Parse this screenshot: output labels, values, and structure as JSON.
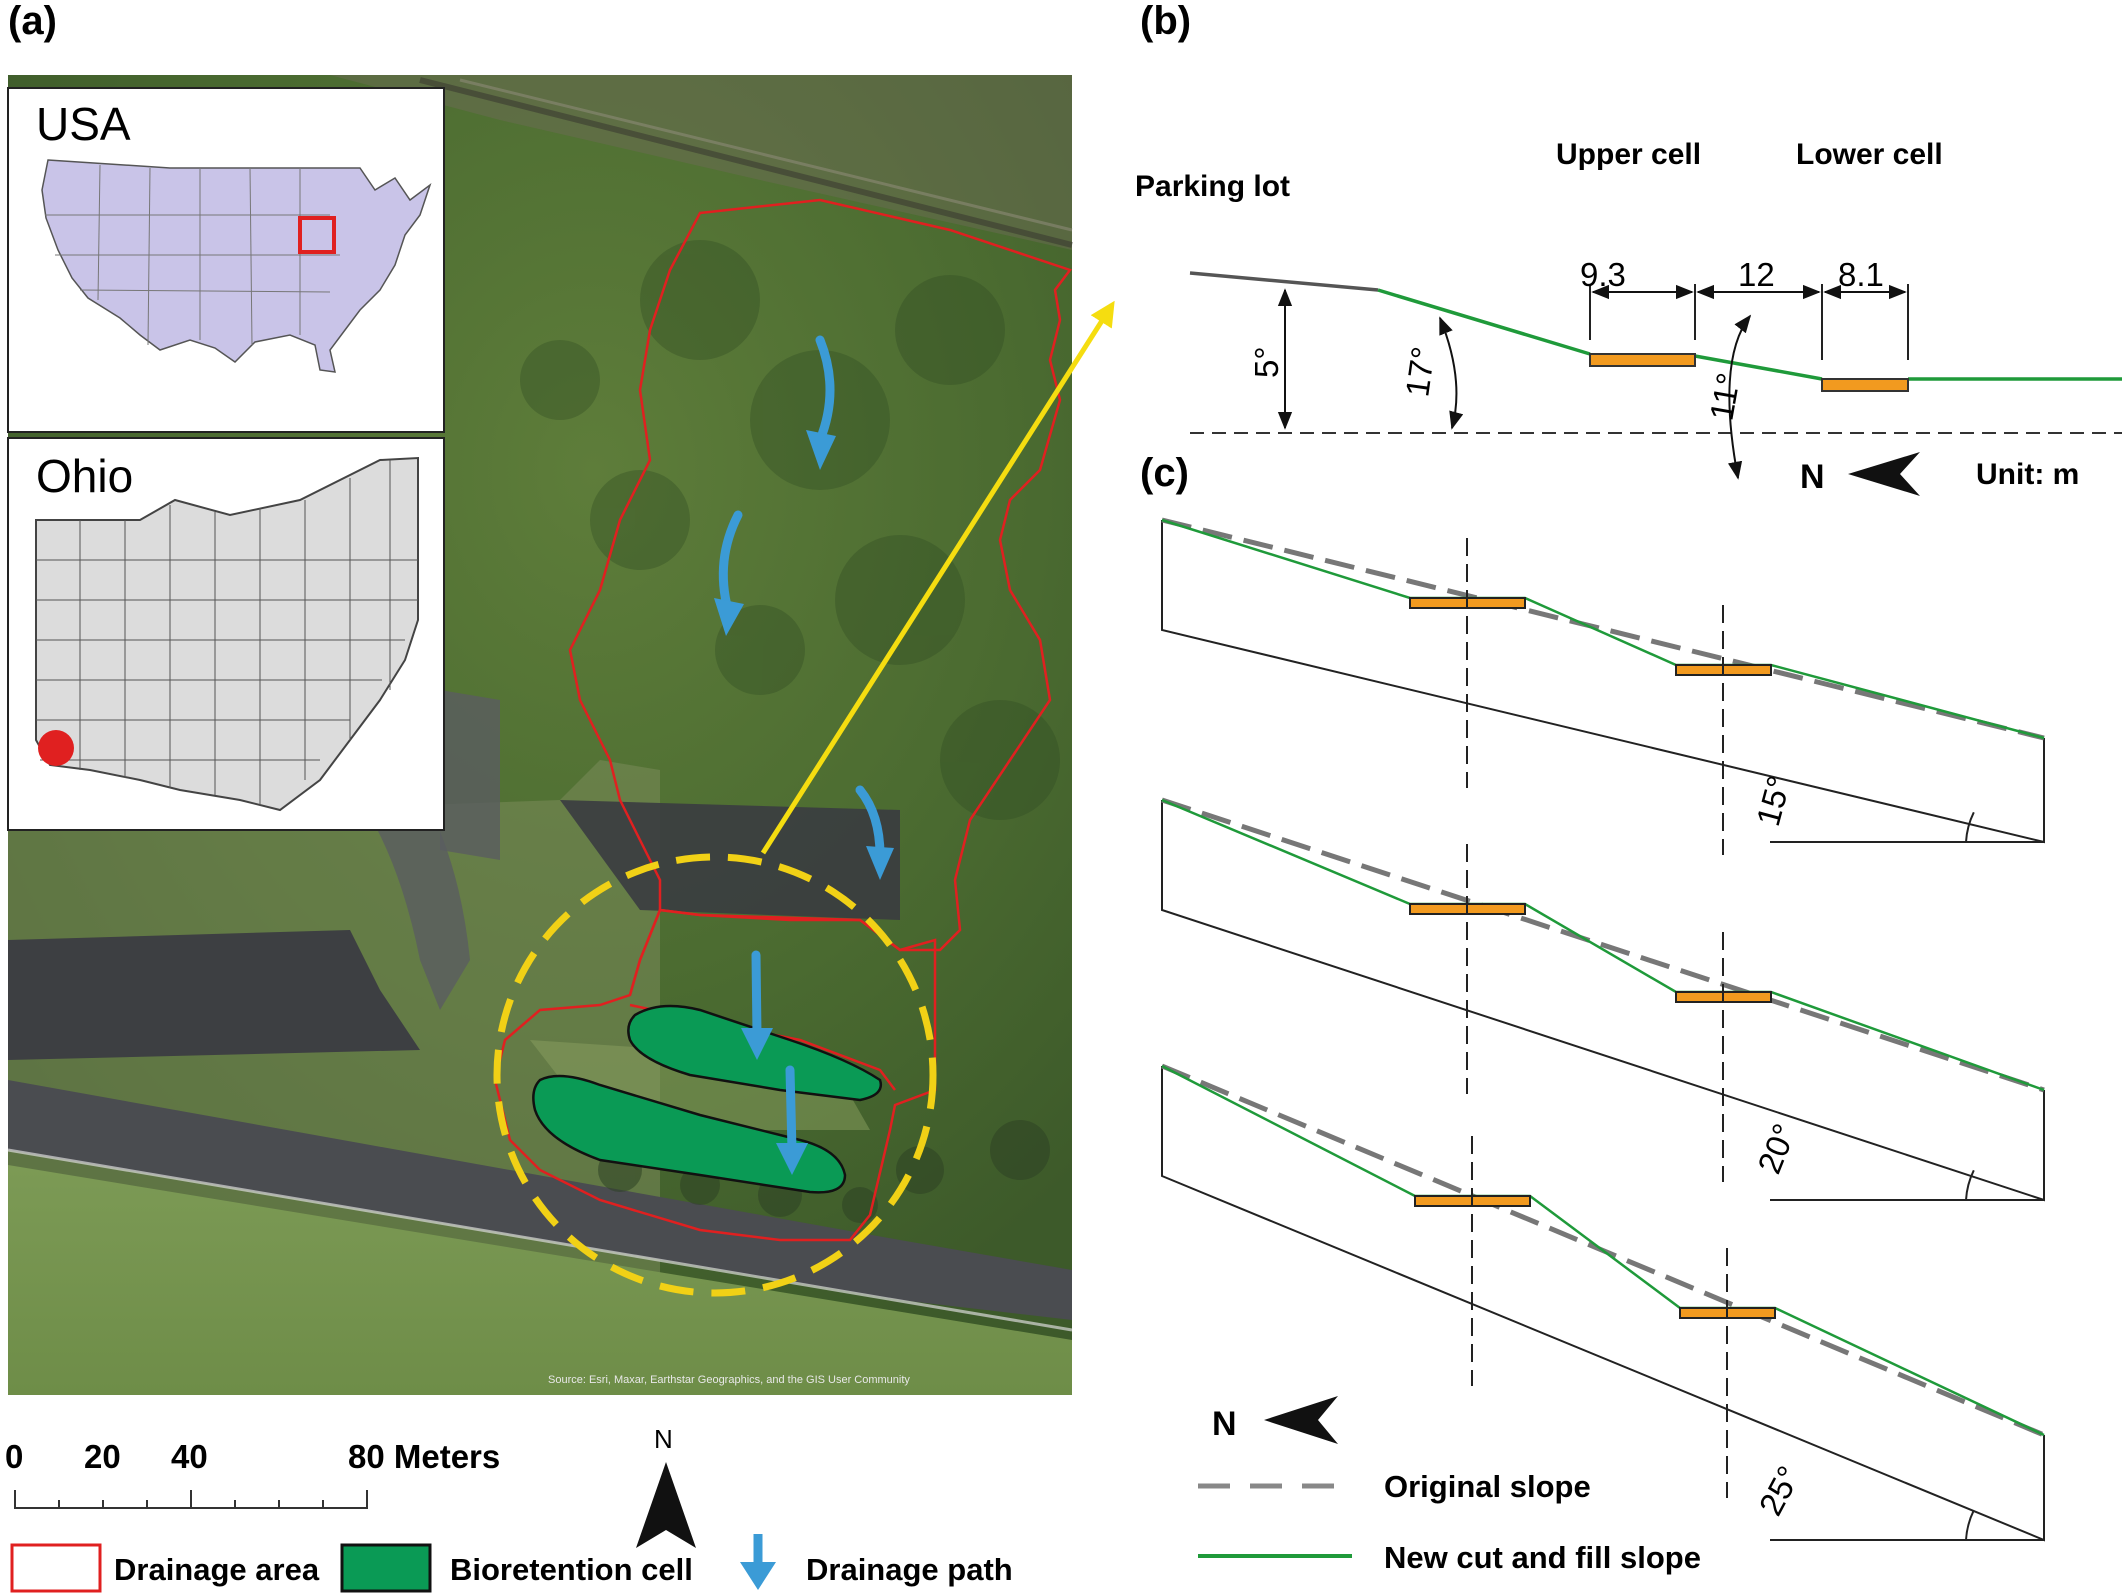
{
  "panel_a": {
    "label": "(a)",
    "inset_usa": "USA",
    "inset_ohio": "Ohio",
    "source_note": "Source: Esri, Maxar, Earthstar Geographics, and the GIS User Community",
    "scale": {
      "ticks": [
        "0",
        "20",
        "40",
        "80 Meters"
      ]
    },
    "north": "N",
    "legend": {
      "drainage_area": "Drainage area",
      "bioretention_cell": "Bioretention cell",
      "drainage_path": "Drainage path"
    },
    "colors": {
      "drainage_area": "#e02020",
      "bioretention": "#0a9a55",
      "arrow": "#3b9bd6",
      "ellipse": "#f1d116",
      "pointer": "#f5dd10"
    }
  },
  "panel_b": {
    "label": "(b)",
    "parking_lot": "Parking lot",
    "upper_cell": "Upper cell",
    "lower_cell": "Lower cell",
    "dim_upper": "9.3",
    "dim_gap": "12",
    "dim_lower": "8.1",
    "angle_parking": "5°",
    "angle_upper_slope": "17°",
    "angle_between": "11°",
    "north": "N",
    "unit": "Unit: m",
    "colors": {
      "green": "#1f9a3a",
      "orange": "#f29a1f",
      "gray": "#555555"
    }
  },
  "panel_c": {
    "label": "(c)",
    "angles": [
      "15°",
      "20°",
      "25°"
    ],
    "north": "N",
    "legend": {
      "original": "Original slope",
      "new": "New cut and fill slope"
    },
    "colors": {
      "original": "#777777",
      "new": "#1f9a3a"
    }
  }
}
